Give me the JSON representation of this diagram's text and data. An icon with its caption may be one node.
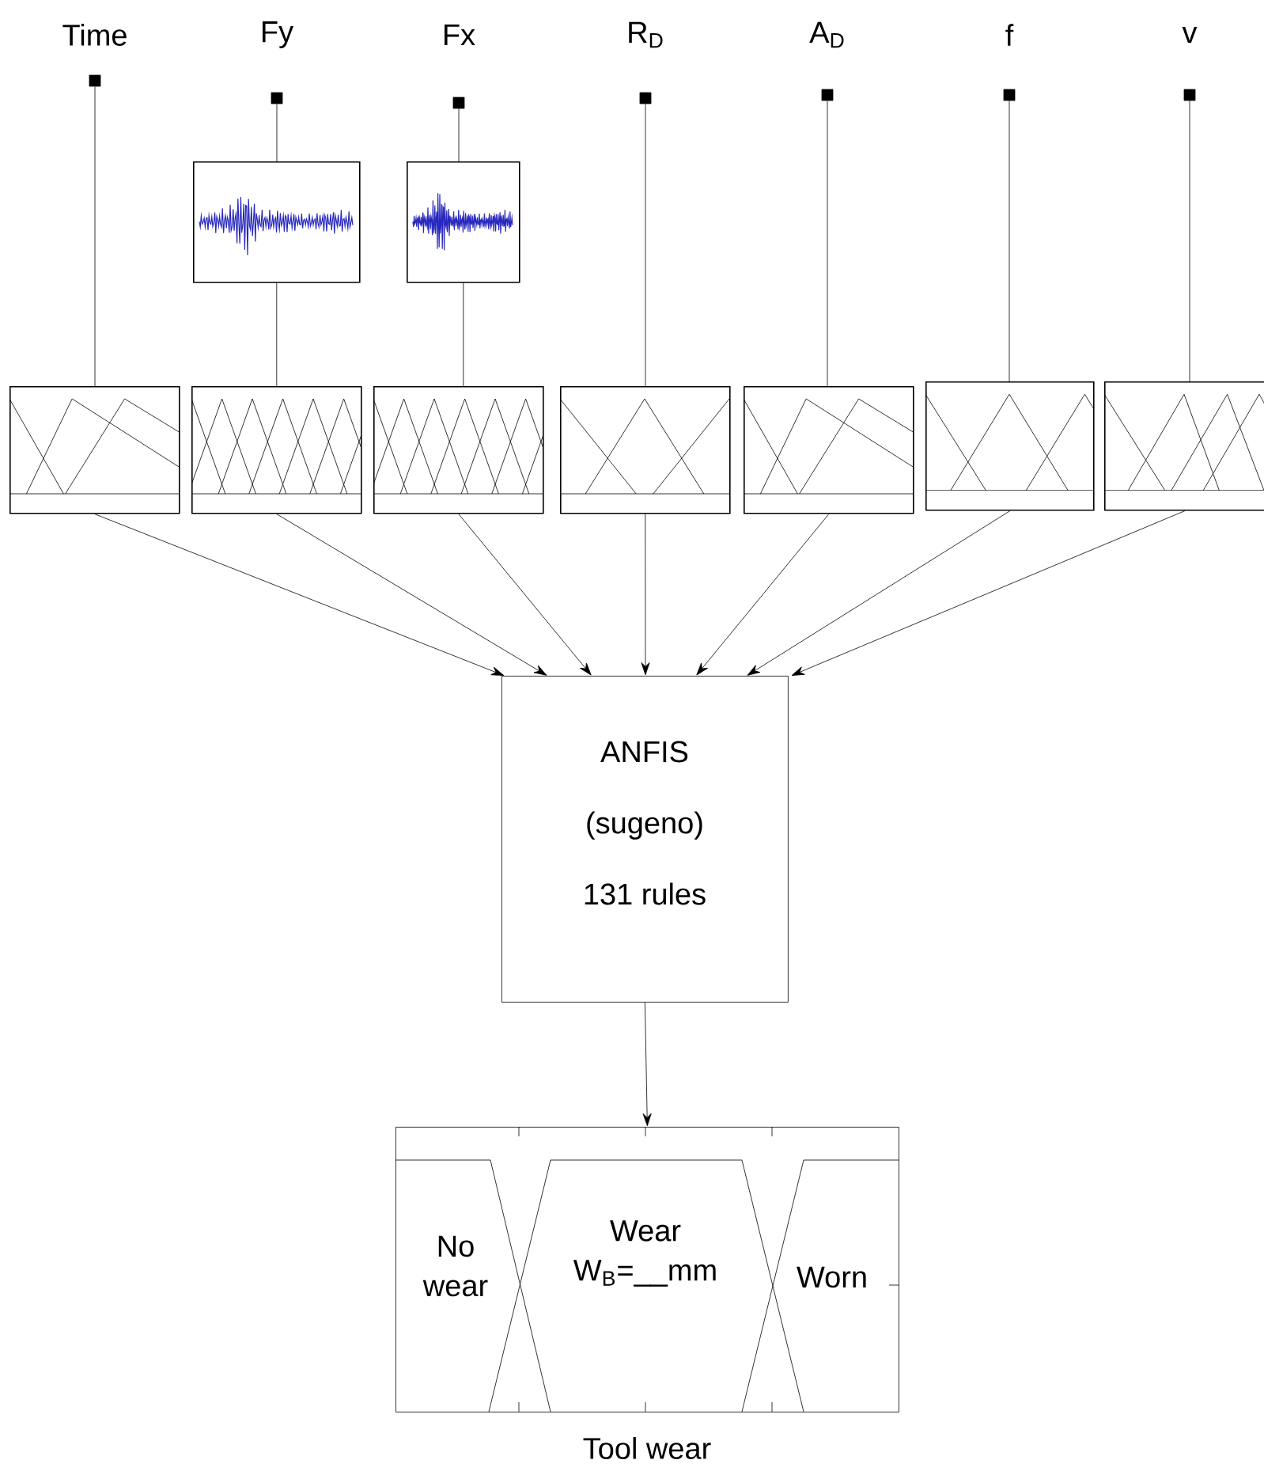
{
  "diagram": {
    "nodes": [
      {
        "text": [],
        "shape": "box",
        "beside": [
          "Time"
        ]
      },
      {
        "text": [],
        "shape": "box",
        "beside": [
          "Fy"
        ]
      },
      {
        "text": [],
        "shape": "box",
        "beside": [
          "Fx"
        ]
      },
      {
        "text": [],
        "shape": "box",
        "beside": [
          "R$_{D}$"
        ]
      },
      {
        "text": [],
        "shape": "box",
        "beside": [
          "A$_{D}$"
        ]
      },
      {
        "text": [],
        "shape": "box",
        "beside": [
          "f"
        ]
      },
      {
        "text": [],
        "shape": "box",
        "beside": [
          "v"
        ]
      },
      {
        "text": [],
        "shape": "picture"
      },
      {
        "text": [],
        "shape": "picture"
      },
      {
        "text": [],
        "shape": "picture"
      },
      {
        "text": [],
        "shape": "picture"
      },
      {
        "text": [],
        "shape": "picture"
      },
      {
        "text": [],
        "shape": "picture"
      },
      {
        "text": [],
        "shape": "picture"
      },
      {
        "text": [],
        "shape": "picture"
      },
      {
        "text": [],
        "shape": "picture"
      },
      {
        "text": [
          "ANFIS",
          "(sugeno)",
          "131 rules"
        ]
      },
      {
        "text": [
          "No wear",
          "Wear W$_{B}$=__mm",
          "Worn"
        ],
        "beside": [
          "Tool wear"
        ]
      }
    ],
    "edges": [
      {
        "from": 0,
        "to": 9,
        "arrow": "none"
      },
      {
        "from": 1,
        "to": 7,
        "arrow": "none"
      },
      {
        "from": 7,
        "to": 10,
        "arrow": "none"
      },
      {
        "from": 2,
        "to": 8,
        "arrow": "none"
      },
      {
        "from": 8,
        "to": 11,
        "arrow": "none"
      },
      {
        "from": 3,
        "to": 12,
        "arrow": "none"
      },
      {
        "from": 4,
        "to": 13,
        "arrow": "none"
      },
      {
        "from": 5,
        "to": 14,
        "arrow": "none"
      },
      {
        "from": 6,
        "to": 15,
        "arrow": "none"
      },
      {
        "from": 9,
        "to": 16,
        "arrow": "to"
      },
      {
        "from": 10,
        "to": 16,
        "arrow": "to"
      },
      {
        "from": 11,
        "to": 16,
        "arrow": "to"
      },
      {
        "from": 12,
        "to": 16,
        "arrow": "to"
      },
      {
        "from": 13,
        "to": 16,
        "arrow": "to"
      },
      {
        "from": 14,
        "to": 16,
        "arrow": "to"
      },
      {
        "from": 15,
        "to": 16,
        "arrow": "to"
      },
      {
        "from": 16,
        "to": 17,
        "arrow": "to"
      }
    ]
  }
}
